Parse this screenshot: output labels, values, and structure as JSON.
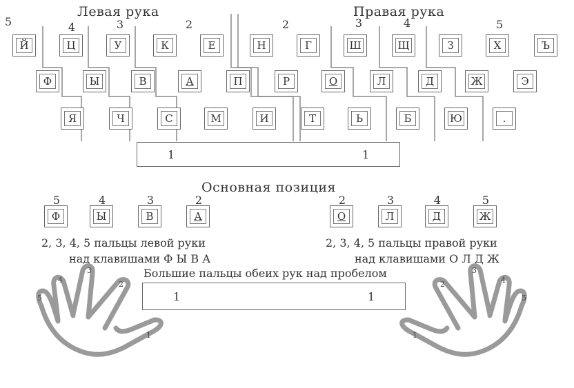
{
  "keyboard": {
    "left_title": "Левая рука",
    "right_title": "Правая рука",
    "finger_numbers_top": [
      "5",
      "4",
      "3",
      "2",
      "2",
      "3",
      "4",
      "5"
    ],
    "row1": [
      "Й",
      "Ц",
      "У",
      "К",
      "Е",
      "Н",
      "Г",
      "Ш",
      "Щ",
      "З",
      "Х",
      "Ъ"
    ],
    "row2": [
      "Ф",
      "Ы",
      "В",
      "А",
      "П",
      "Р",
      "О",
      "Л",
      "Д",
      "Ж",
      "Э"
    ],
    "row3": [
      "Я",
      "Ч",
      "С",
      "М",
      "И",
      "Т",
      "Ь",
      "Б",
      "Ю",
      "."
    ],
    "space_left": "1",
    "space_right": "1"
  },
  "home_position": {
    "title": "Основная позиция",
    "left_keys": [
      "Ф",
      "Ы",
      "В",
      "А"
    ],
    "left_numbers": [
      "5",
      "4",
      "3",
      "2"
    ],
    "right_keys": [
      "О",
      "Л",
      "Д",
      "Ж"
    ],
    "right_numbers": [
      "2",
      "3",
      "4",
      "5"
    ],
    "left_caption_1": "2, 3, 4, 5 пальцы левой руки",
    "left_caption_2": "над клавишами Ф Ы В А",
    "right_caption_1": "2, 3, 4, 5 пальцы правой руки",
    "right_caption_2": "над клавишами О Л Д Ж",
    "thumbs_caption": "Большие пальцы обеих рук над пробелом",
    "space_left": "1",
    "space_right": "1"
  },
  "hands": {
    "left_fingers": [
      "5",
      "4",
      "3",
      "2",
      "1"
    ],
    "right_fingers": [
      "2",
      "3",
      "4",
      "5",
      "1"
    ]
  }
}
